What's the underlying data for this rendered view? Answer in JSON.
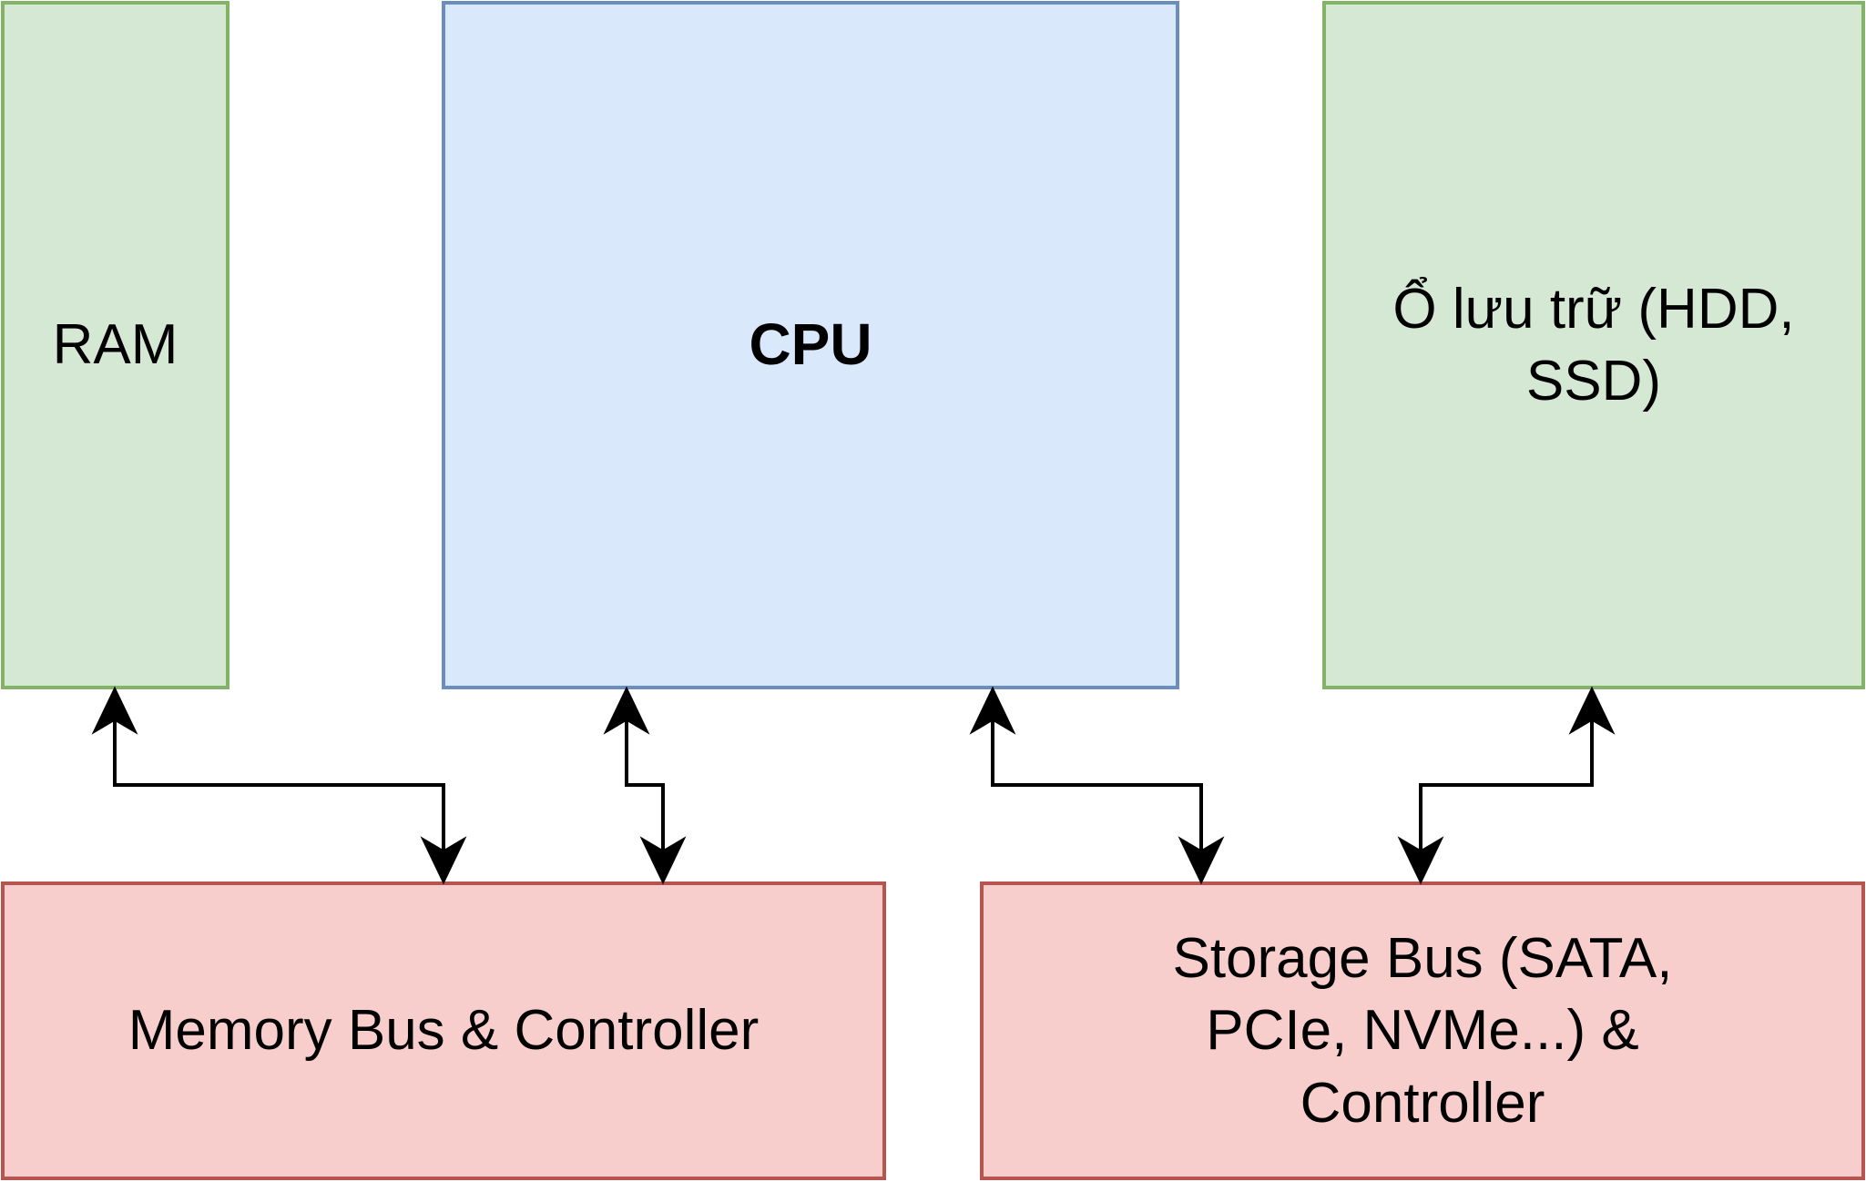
{
  "diagram": {
    "nodes": {
      "ram": {
        "label": "RAM",
        "fill": "#d5e8d4",
        "stroke": "#82b366"
      },
      "cpu": {
        "label": "CPU",
        "fill": "#dae8fc",
        "stroke": "#6c8ebf",
        "bold": true
      },
      "storage": {
        "label": "Ổ lưu trữ (HDD, SSD)",
        "fill": "#d5e8d4",
        "stroke": "#82b366"
      },
      "memory_bus": {
        "label": "Memory Bus & Controller",
        "fill": "#f8cecc",
        "stroke": "#b85450"
      },
      "storage_bus": {
        "label": "Storage Bus (SATA, PCIe, NVMe...) & Controller",
        "fill": "#f8cecc",
        "stroke": "#b85450"
      }
    },
    "edges": [
      {
        "from": "ram",
        "to": "memory_bus",
        "direction": "bidirectional"
      },
      {
        "from": "cpu",
        "to": "memory_bus",
        "direction": "bidirectional"
      },
      {
        "from": "cpu",
        "to": "storage_bus",
        "direction": "bidirectional"
      },
      {
        "from": "storage",
        "to": "storage_bus",
        "direction": "bidirectional"
      }
    ],
    "edge_color": "#000000"
  }
}
